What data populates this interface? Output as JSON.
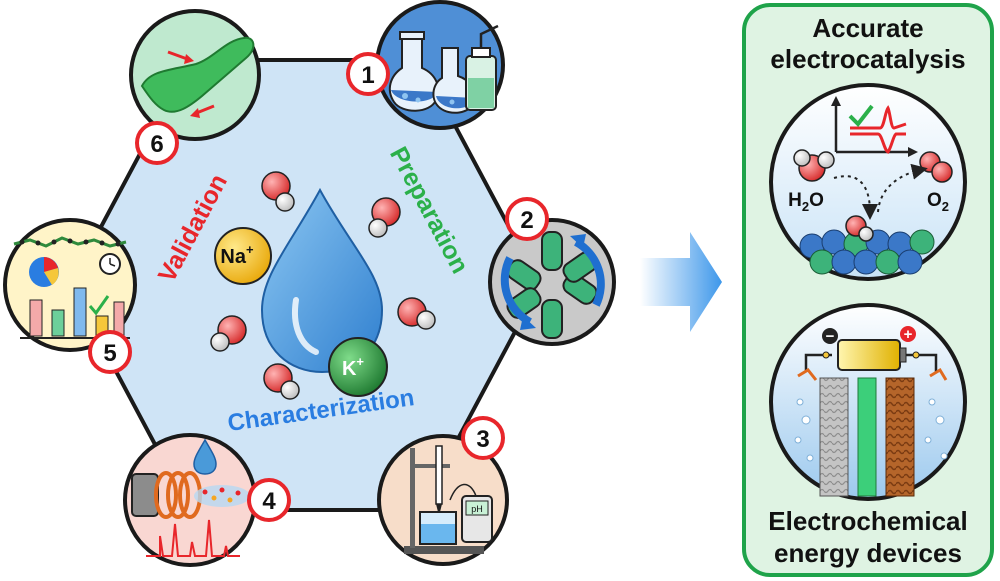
{
  "hexagon_labels": {
    "preparation": "Preparation",
    "characterization": "Characterization",
    "validation": "Validation"
  },
  "steps": [
    {
      "number": "1",
      "icon": "glassware-icon"
    },
    {
      "number": "2",
      "icon": "stirring-tubes-icon"
    },
    {
      "number": "3",
      "icon": "titration-ph-meter-icon"
    },
    {
      "number": "4",
      "icon": "icp-spectrometer-icon"
    },
    {
      "number": "5",
      "icon": "data-analysis-icon"
    },
    {
      "number": "6",
      "icon": "cyclic-voltammogram-icon"
    }
  ],
  "ions": {
    "sodium": {
      "symbol": "Na",
      "charge": "+"
    },
    "potassium": {
      "symbol": "K",
      "charge": "+"
    }
  },
  "right_panel": {
    "top_title_line1": "Accurate",
    "top_title_line2": "electrocatalysis",
    "bottom_title_line1": "Electrochemical",
    "bottom_title_line2": "energy devices",
    "reactant": {
      "base": "H",
      "sub": "2",
      "rest": "O"
    },
    "product": {
      "base": "O",
      "sub": "2"
    },
    "minus_sign": "−",
    "plus_sign": "+"
  },
  "colors": {
    "hexagon_fill": "#cfe4f6",
    "hexagon_stroke": "#1a1a1a",
    "preparation": "#2bb04a",
    "characterization": "#2a7de1",
    "validation": "#e8262b",
    "number_ring": "#e8262b",
    "panel_border": "#1fa34a",
    "panel_fill": "#dff3e3",
    "arrow": "#6fb6ee",
    "sodium": "#f5c73a",
    "potassium": "#2f9e44",
    "drop": "#3f8fd6"
  }
}
